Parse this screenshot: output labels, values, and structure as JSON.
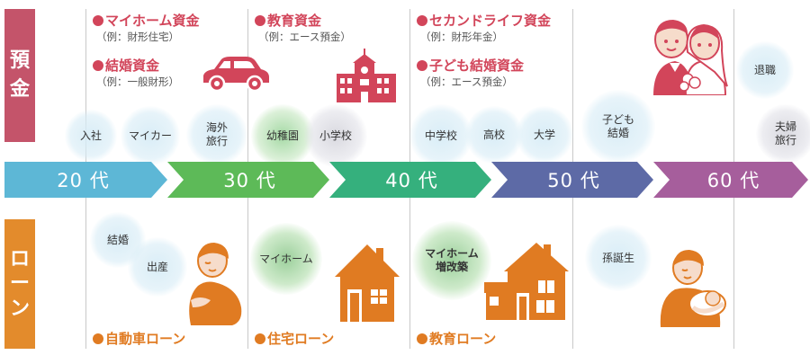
{
  "sides": {
    "savings": [
      "預",
      "金"
    ],
    "loans": [
      "ロ",
      "ー",
      "ン"
    ]
  },
  "savings_items": [
    {
      "title": "マイホーム資金",
      "sub": "（例：財形住宅）"
    },
    {
      "title": "結婚資金",
      "sub": "（例：一般財形）"
    },
    {
      "title": "教育資金",
      "sub": "（例：エース預金）"
    },
    {
      "title": "セカンドライフ資金",
      "sub": "（例：財形年金）"
    },
    {
      "title": "子ども結婚資金",
      "sub": "（例：エース預金）"
    }
  ],
  "events": [
    "入社",
    "マイカー",
    "海外\n旅行",
    "幼稚園",
    "小学校",
    "中学校",
    "高校",
    "大学",
    "子ども\n結婚",
    "退職",
    "夫婦\n旅行"
  ],
  "eras": [
    "20 代",
    "30 代",
    "40 代",
    "50 代",
    "60 代"
  ],
  "loan_events": [
    "結婚",
    "出産",
    "マイホーム",
    "マイホーム\n増改築",
    "孫誕生"
  ],
  "loans": [
    "自動車ローン",
    "住宅ローン",
    "教育ローン"
  ],
  "colors": {
    "savings_tab": "#c4546a",
    "loans_tab": "#e38b2c",
    "era20": "#5db7d6",
    "era30": "#5dba58",
    "era40": "#35b07d",
    "era50": "#5d6aa6",
    "era60": "#a65e9c",
    "accent_red": "#d2455a",
    "accent_orange": "#e07b22"
  }
}
